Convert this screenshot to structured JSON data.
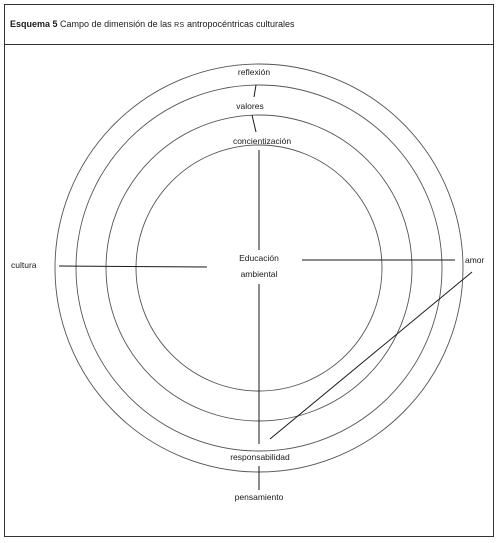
{
  "header": {
    "label": "Esquema 5",
    "title_before": "Campo de dimensión de las ",
    "title_abbrev": "RS",
    "title_after": " antropocéntricas culturales"
  },
  "diagram": {
    "center_line1": "Educación",
    "center_line2": "ambiental",
    "labels": {
      "reflexion": "reflexión",
      "valores": "valores",
      "concientizacion": "concientización",
      "cultura": "cultura",
      "amor": "amor",
      "responsabilidad": "responsabilidad",
      "pensamiento": "pensamiento"
    }
  }
}
